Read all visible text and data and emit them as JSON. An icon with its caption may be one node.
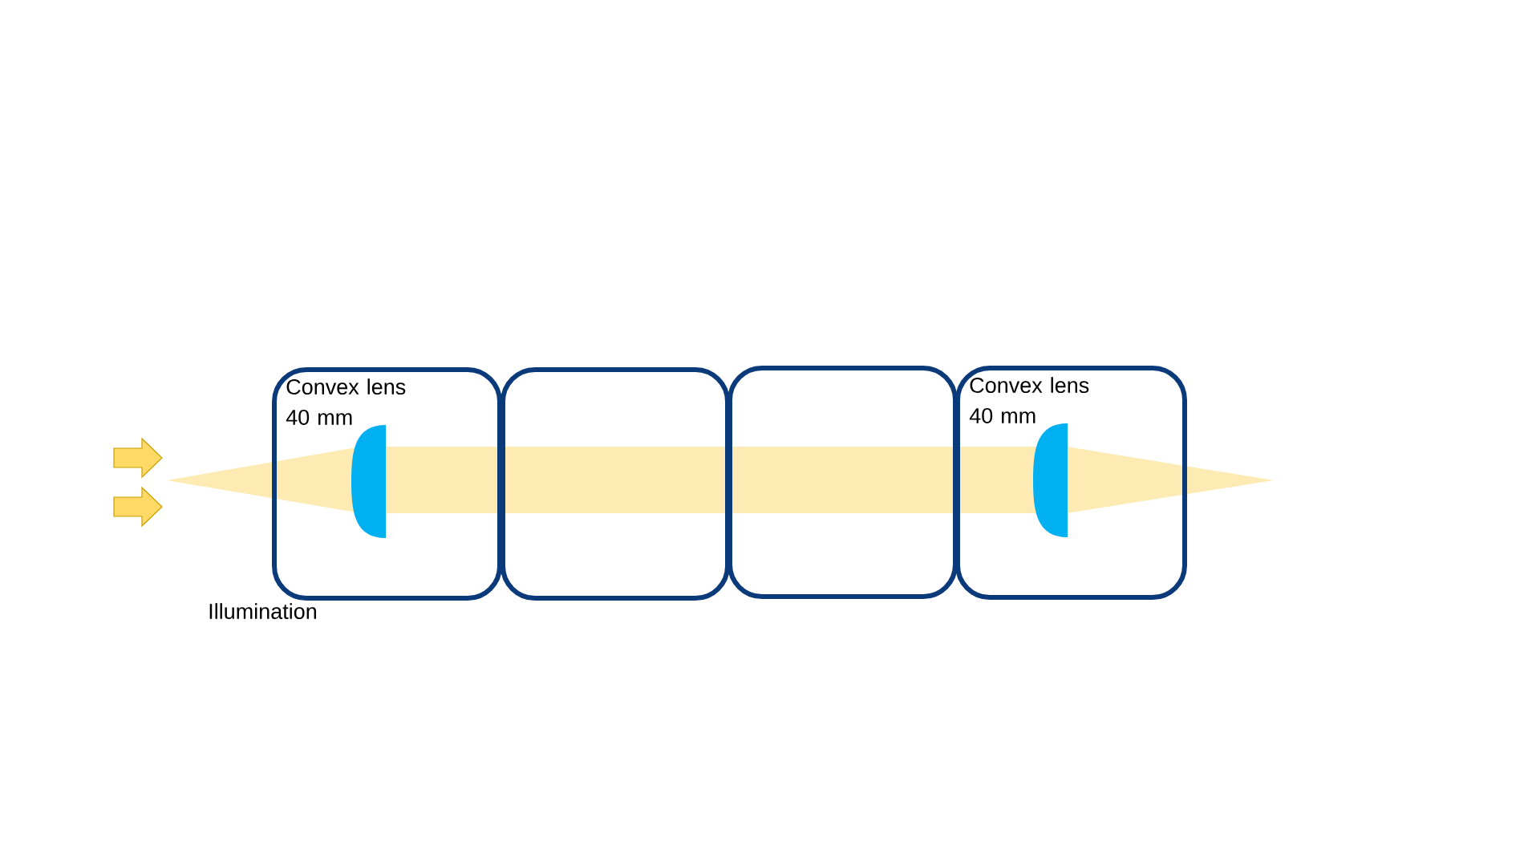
{
  "diagram": {
    "nodes": [
      {
        "text": [
          "Convex lens 40 mm"
        ]
      },
      {
        "text": [],
        "shape": "box"
      },
      {
        "text": [],
        "shape": "box"
      },
      {
        "text": [
          "Convex lens 40 mm"
        ]
      }
    ],
    "labels": [
      "Illumination"
    ]
  }
}
